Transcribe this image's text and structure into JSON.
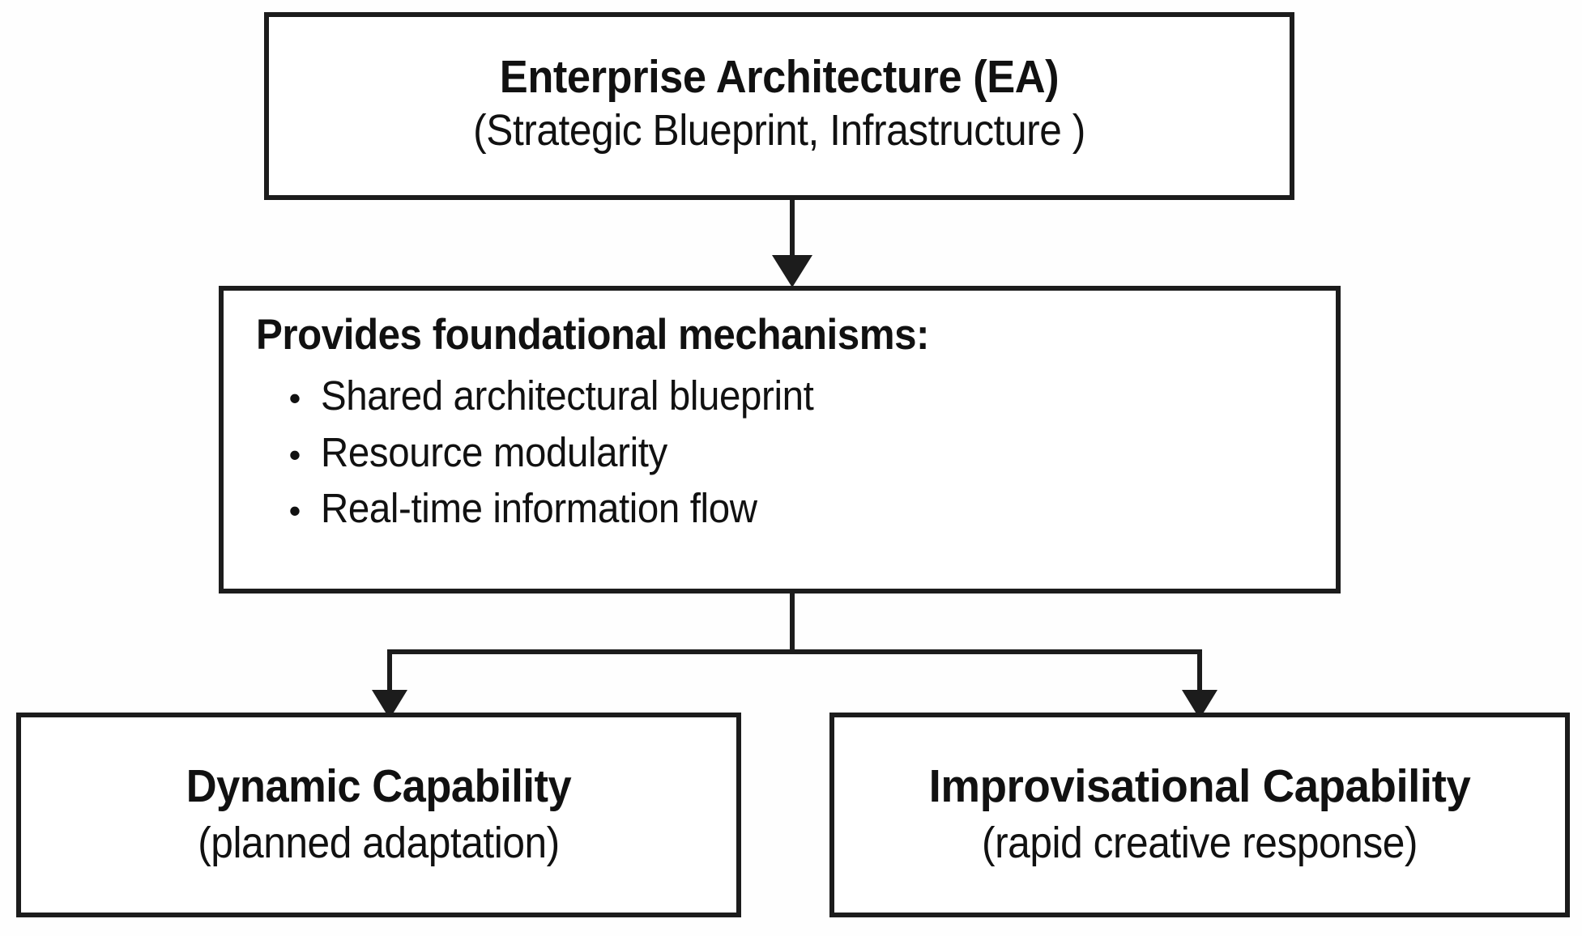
{
  "diagram": {
    "title": "Enterprise Architecture foundational mechanisms flow",
    "background_color": "#fefefe",
    "line_color": "#1c1c1c",
    "text_color": "#111111",
    "nodes": {
      "enterprise_architecture": {
        "title": "Enterprise Architecture (EA)",
        "subtitle": "(Strategic Blueprint, Infrastructure )"
      },
      "mechanisms": {
        "heading": "Provides foundational mechanisms:",
        "bullet_glyph": "•",
        "items": [
          "Shared architectural blueprint",
          "Resource modularity",
          "Real-time information flow"
        ]
      },
      "dynamic_capability": {
        "title": "Dynamic Capability",
        "subtitle": "(planned adaptation)"
      },
      "improvisational_capability": {
        "title": "Improvisational Capability",
        "subtitle": "(rapid creative response)"
      }
    },
    "connectors": [
      {
        "from": "enterprise_architecture",
        "to": "mechanisms",
        "style": "arrow-down"
      },
      {
        "from": "mechanisms",
        "to": "dynamic_capability",
        "style": "split-arrow-down"
      },
      {
        "from": "mechanisms",
        "to": "improvisational_capability",
        "style": "split-arrow-down"
      }
    ]
  }
}
